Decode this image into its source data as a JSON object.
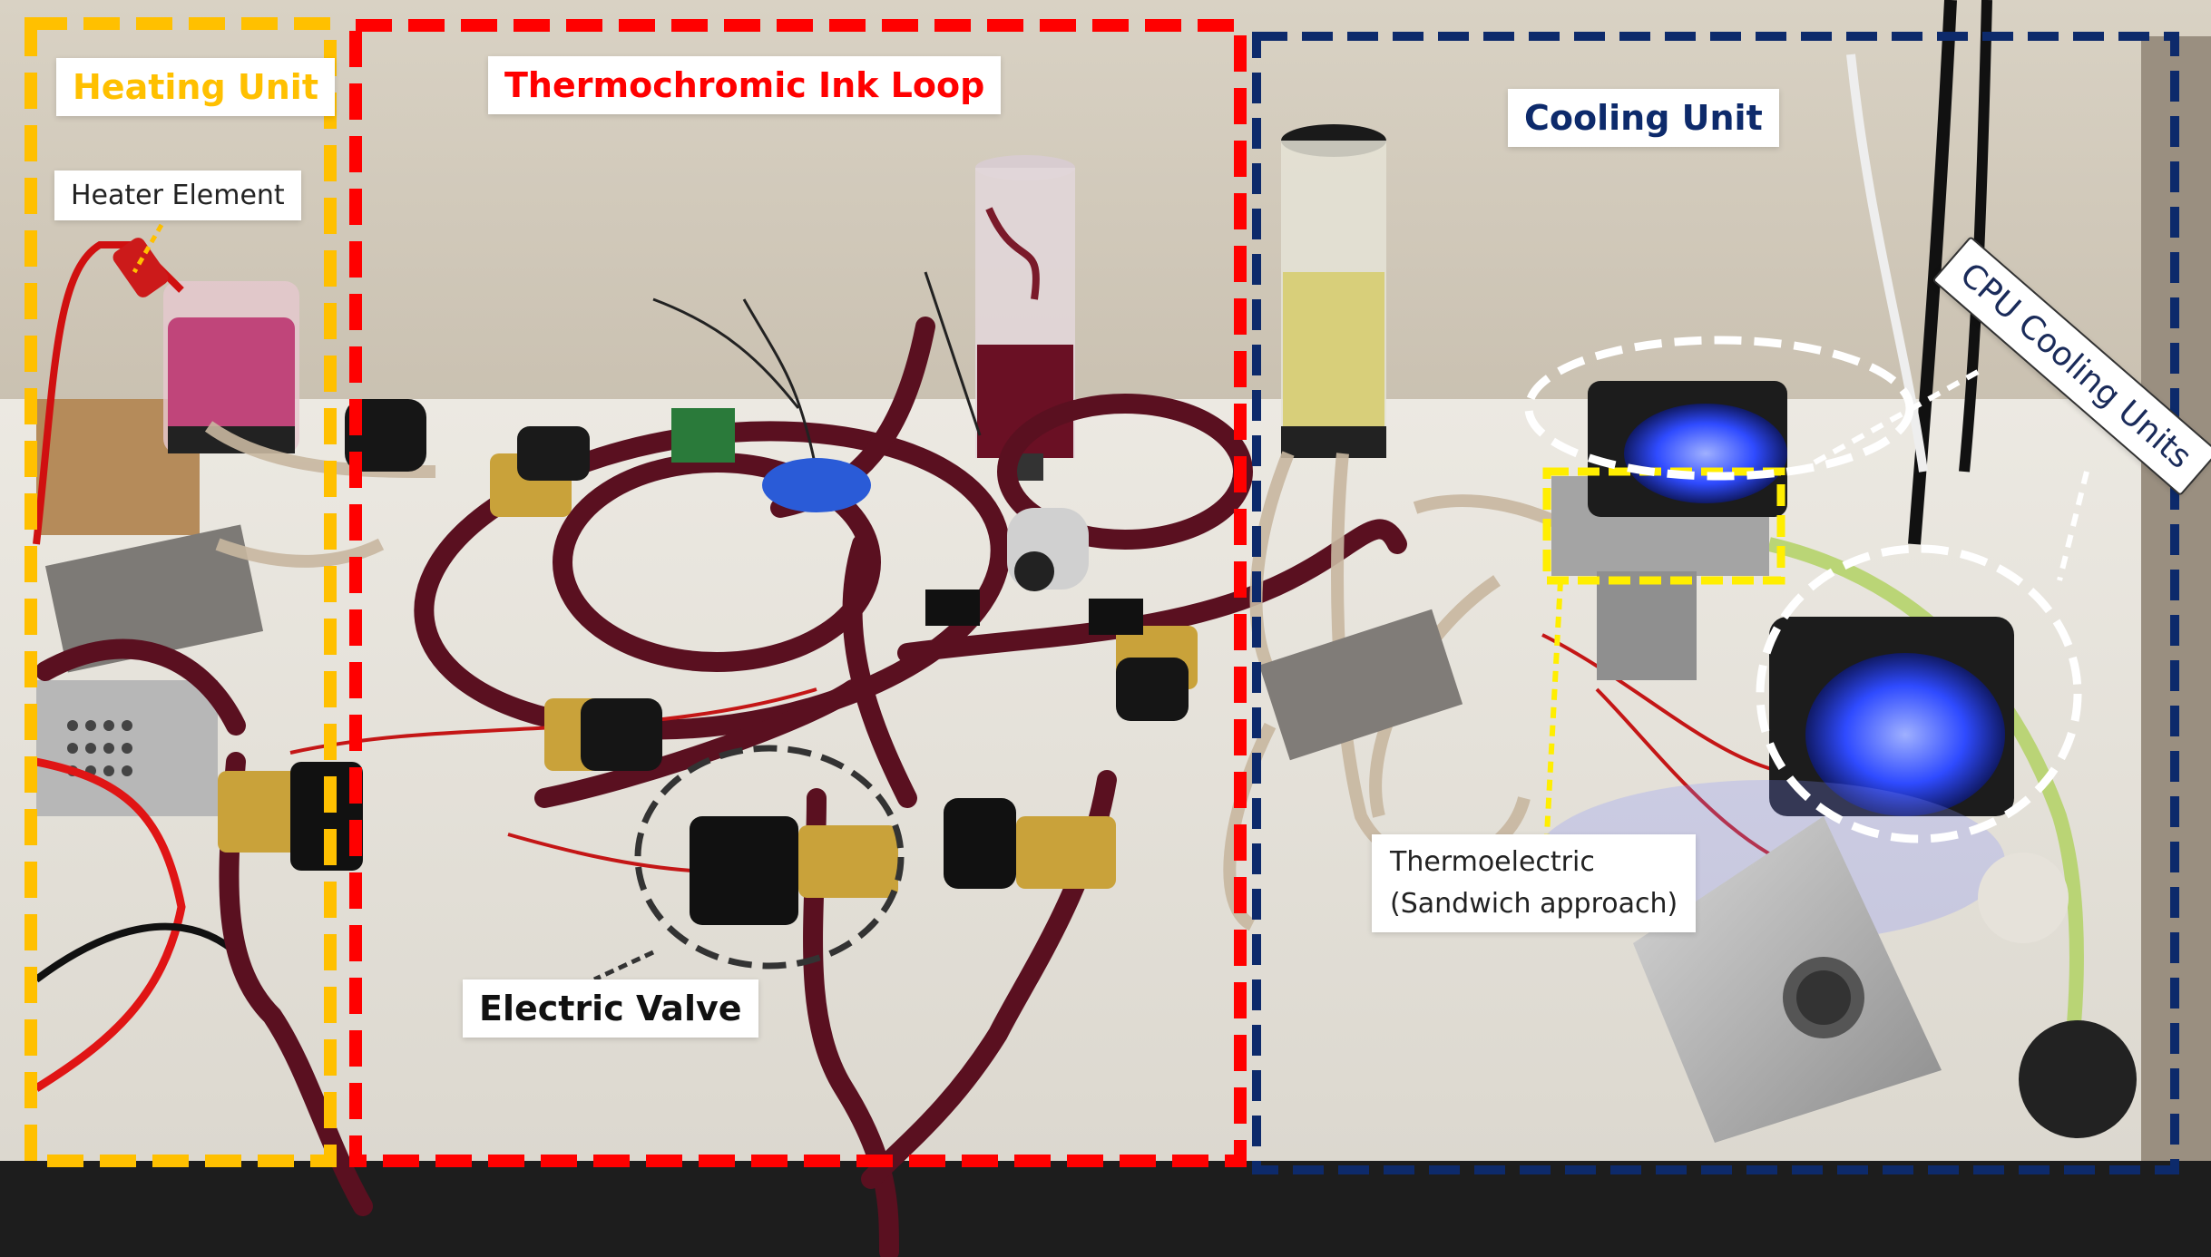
{
  "labels": {
    "heating_unit": "Heating Unit",
    "heater_element": "Heater Element",
    "ink_loop": "Thermochromic Ink Loop",
    "cooling_unit": "Cooling Unit",
    "cpu_cooling_units": "CPU Cooling Units",
    "thermoelectric_line1": "Thermoelectric",
    "thermoelectric_line2": "(Sandwich approach)",
    "electric_valve": "Electric Valve"
  },
  "colors": {
    "heating": "#ffc000",
    "ink_loop": "#ff0000",
    "cooling": "#0d2a6b",
    "tube": "#5a1020",
    "brass": "#c9a23a",
    "led": "#2f4bff"
  },
  "icons": {
    "heater": "heater-element-icon",
    "valve": "electric-valve-icon",
    "fan": "cpu-fan-icon"
  }
}
